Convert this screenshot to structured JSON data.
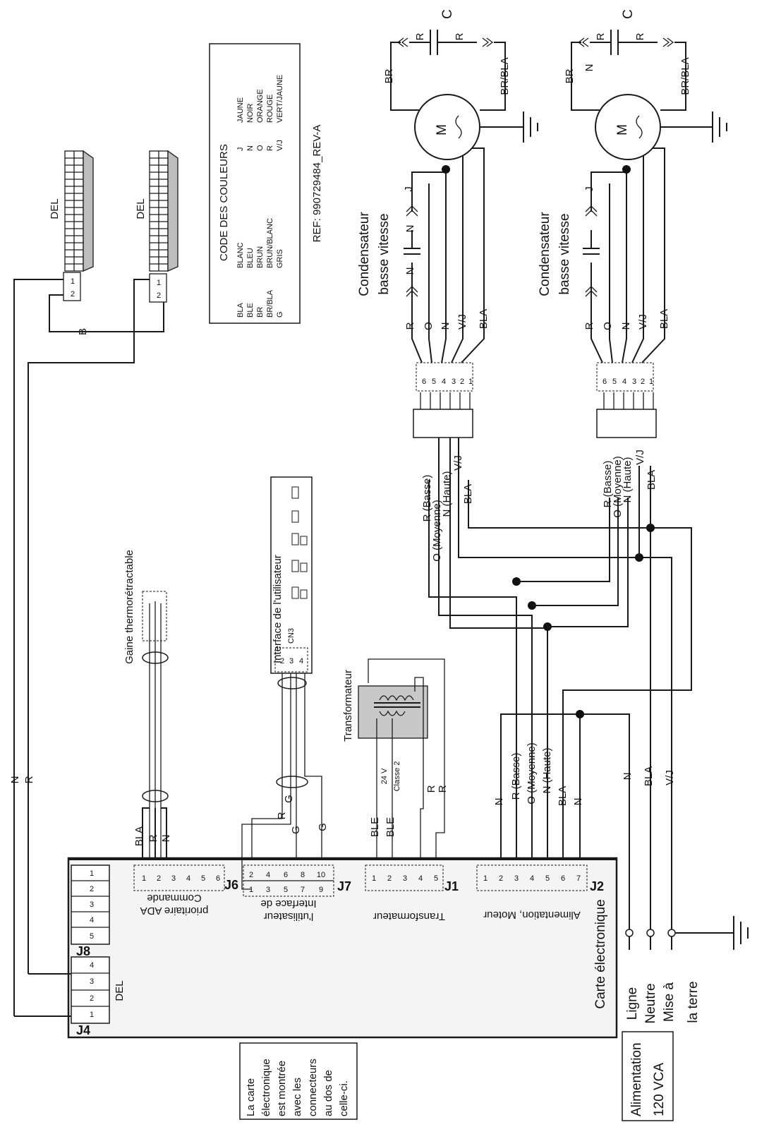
{
  "board": {
    "title": "Carte électronique",
    "connectors": {
      "J4": {
        "label": "J4",
        "name": "DEL",
        "pins": [
          "1",
          "2",
          "3",
          "4"
        ]
      },
      "J8": {
        "label": "J8",
        "pins": [
          "1",
          "2",
          "3",
          "4",
          "5"
        ]
      },
      "J6": {
        "label": "J6",
        "name_line1": "Commande",
        "name_line2": "prioritaire ADA",
        "pins": [
          "1",
          "2",
          "3",
          "4",
          "5",
          "6"
        ]
      },
      "J7": {
        "label": "J7",
        "name_line1": "Interface de",
        "name_line2": "l'utilisateur",
        "pins": [
          "1",
          "2",
          "3",
          "4",
          "5",
          "6",
          "7",
          "8",
          "9",
          "10"
        ]
      },
      "J1": {
        "label": "J1",
        "name": "Transformateur",
        "pins": [
          "1",
          "2",
          "3",
          "4",
          "5"
        ]
      },
      "J2": {
        "label": "J2",
        "name": "Alimentation, Moteur",
        "pins": [
          "1",
          "2",
          "3",
          "4",
          "5",
          "6",
          "7"
        ]
      }
    }
  },
  "note": {
    "lines": [
      "La carte",
      "électronique",
      "est montrée",
      "avec les",
      "connecteurs",
      "au dos de",
      "celle-ci."
    ]
  },
  "power": {
    "box_line1": "Alimentation",
    "box_line2": "120 VCA",
    "ligne": "Ligne",
    "neutre": "Neutre",
    "terre_line1": "Mise à",
    "terre_line2": "la terre"
  },
  "color_code": {
    "title": "CODE DES COULEURS",
    "entries": [
      [
        "BLA",
        "BLANC"
      ],
      [
        "BLE",
        "BLEU"
      ],
      [
        "BR",
        "BRUN"
      ],
      [
        "BR/BLA",
        "BRUN/BLANC"
      ],
      [
        "G",
        "GRIS"
      ],
      [
        "J",
        "JAUNE"
      ],
      [
        "N",
        "NOIR"
      ],
      [
        "O",
        "ORANGE"
      ],
      [
        "R",
        "ROUGE"
      ],
      [
        "V/J",
        "VERT/JAUNE"
      ]
    ],
    "ref": "REF: 990729484_REV-A"
  },
  "labels": {
    "del": "DEL",
    "gaine": "Gaine thermorétractable",
    "interface": "Interface de l'utilisateur",
    "cn3": "CN3",
    "transformateur": "Transformateur",
    "v24": "24 V",
    "classe2": "Classe 2",
    "condensateur_line1": "Condensateur",
    "condensateur_line2": "basse vitesse",
    "motor": "M",
    "capacitor": "C"
  },
  "wires": {
    "N": "N",
    "R": "R",
    "B": "B",
    "BLA": "BLA",
    "G": "G",
    "BLE": "BLE",
    "O": "O",
    "VJ": "V/J",
    "BR": "BR",
    "BRBLA": "BR/BLA",
    "J": "J",
    "basse": "R (Basse)",
    "moyenne": "O (Moyenne)",
    "haute": "N (Haute)"
  }
}
